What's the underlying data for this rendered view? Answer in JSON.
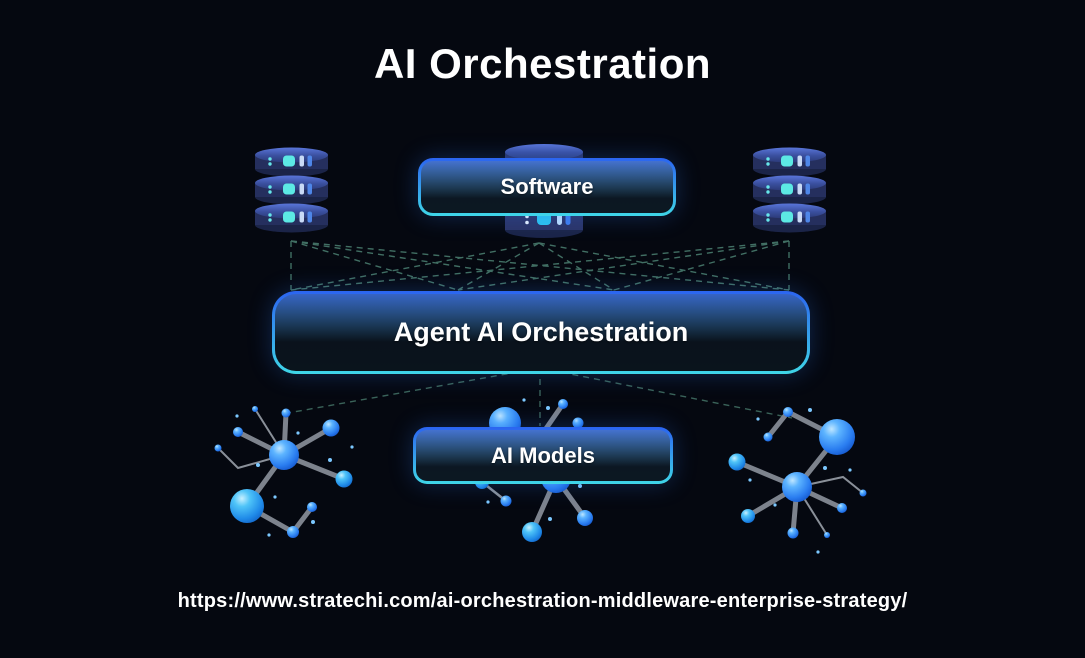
{
  "title": "AI Orchestration",
  "diagram": {
    "software_label": "Software",
    "orchestration_label": "Agent AI Orchestration",
    "ai_models_label": "AI Models"
  },
  "footer_url": "https://www.stratechi.com/ai-orchestration-middleware-enterprise-strategy/",
  "colors": {
    "background": "#050810",
    "accent_blue": "#2b64f0",
    "accent_cyan": "#3fd6e8",
    "dash_line": "#4c8172",
    "sphere_blue": "#2a7df0",
    "sphere_cyan": "#2bb7f0",
    "server_body": "#252f5e",
    "indicator_cyan": "#5ce9e4",
    "connector_gray": "#7d838d",
    "text": "#ffffff"
  },
  "icons": {
    "left_server": "server-stack-icon",
    "middle_server": "server-cylinder-icon",
    "right_server": "server-stack-icon",
    "left_molecule": "molecule-icon",
    "center_molecule": "molecule-icon",
    "right_molecule": "molecule-icon",
    "upper_links": "dashed-mesh-lines",
    "lower_links": "dashed-fan-lines"
  }
}
